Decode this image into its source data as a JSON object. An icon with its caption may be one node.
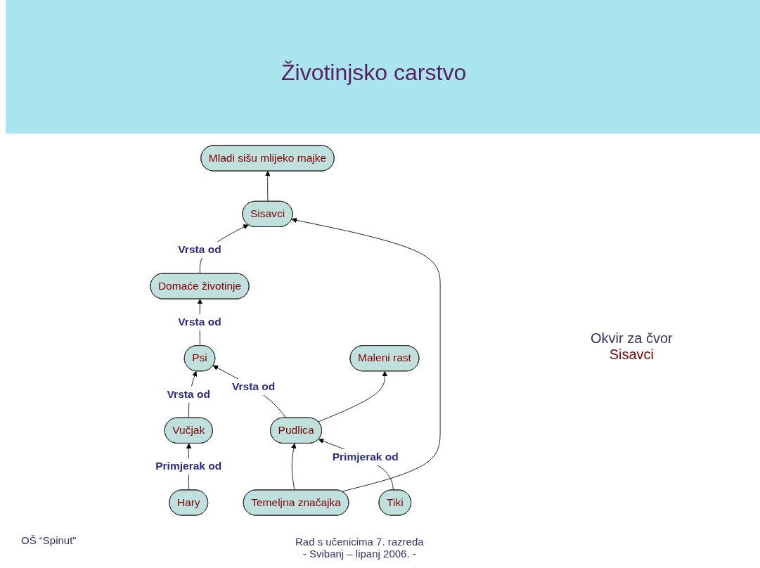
{
  "diagram": {
    "title": "Životinjsko carstvo",
    "nodes": [
      {
        "text": [
          "Sisavci"
        ]
      },
      {
        "text": [
          "Domaće životinje"
        ]
      },
      {
        "text": [
          "Mladi sišu mlijeko majke"
        ]
      },
      {
        "text": [
          "Temeljna značajka"
        ]
      },
      {
        "text": [
          "Psi"
        ]
      },
      {
        "text": [
          "Maleni rast"
        ]
      },
      {
        "text": [
          "Vučjak"
        ]
      },
      {
        "text": [
          "Pudlica"
        ]
      },
      {
        "text": [
          "Hary"
        ]
      },
      {
        "text": [
          "Tiki"
        ]
      }
    ],
    "edges": [
      {
        "from": 1,
        "to": 0,
        "arrow": "to",
        "label": "Vrsta od"
      },
      {
        "from": 0,
        "to": 2,
        "arrow": "to"
      },
      {
        "from": 3,
        "to": 0,
        "arrow": "to"
      },
      {
        "from": 3,
        "to": 7,
        "arrow": "to"
      },
      {
        "from": 4,
        "to": 1,
        "arrow": "to",
        "label": "Vrsta od"
      },
      {
        "from": 6,
        "to": 4,
        "arrow": "to",
        "label": "Vrsta od"
      },
      {
        "from": 7,
        "to": 4,
        "arrow": "to",
        "label": "Vrsta od"
      },
      {
        "from": 7,
        "to": 5,
        "arrow": "to"
      },
      {
        "from": 8,
        "to": 6,
        "arrow": "to",
        "label": "Primjerak od"
      },
      {
        "from": 9,
        "to": 7,
        "arrow": "to",
        "label": "Primjerak od"
      }
    ],
    "labels": [
      "Okvir za čvor",
      "Sisavci",
      "OŠ “Spinut”",
      "Rad s učenicima 7. razreda",
      "- Svibanj – lipanj 2006. -"
    ]
  }
}
